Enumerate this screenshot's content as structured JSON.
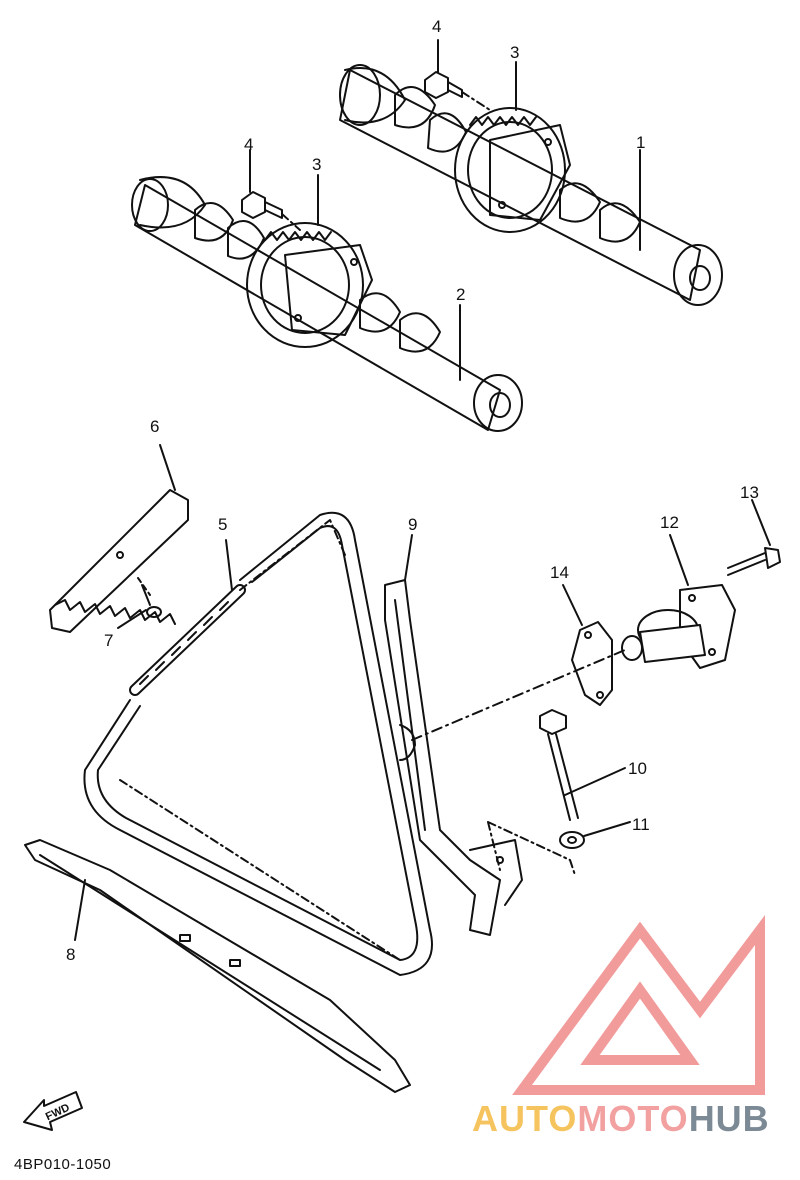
{
  "diagram": {
    "callouts": [
      "1",
      "2",
      "3",
      "3",
      "4",
      "4",
      "5",
      "6",
      "7",
      "8",
      "9",
      "10",
      "11",
      "12",
      "13",
      "14"
    ],
    "direction_label": "FWD",
    "part_code": "4BP010-1050"
  },
  "watermark": {
    "brand_part1": "AUTO",
    "brand_part2": "MOTO",
    "brand_part3": "HUB",
    "colors": {
      "auto": "#f6c45e",
      "moto": "#f2a0a0",
      "hub": "#7c8a96",
      "triangle": "#f08a8a"
    }
  }
}
